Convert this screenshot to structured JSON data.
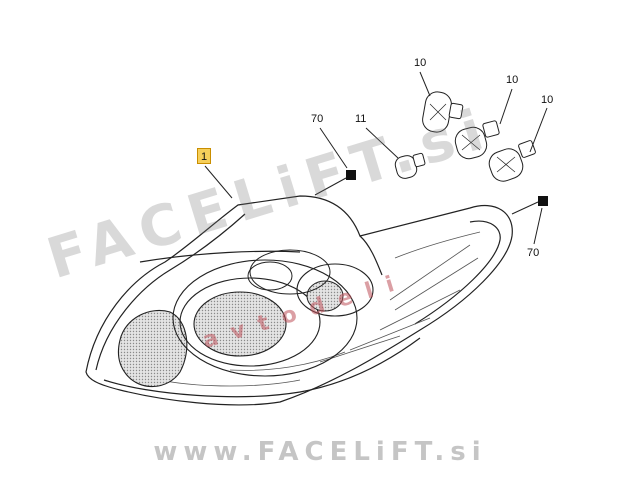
{
  "part_label": "1",
  "callouts": {
    "bulb_10_a": "10",
    "bulb_10_b": "10",
    "bulb_10_c": "10",
    "bulb_11": "11",
    "cap_70_a": "70",
    "cap_70_b": "70"
  },
  "watermark": {
    "diagonal": "FACELiFT.si",
    "red": "avtodeli",
    "bottom": "www.FACELiFT.si"
  },
  "colors": {
    "label_highlight": "#f6cf5a",
    "watermark_red": "#be505a",
    "line": "#222222"
  }
}
